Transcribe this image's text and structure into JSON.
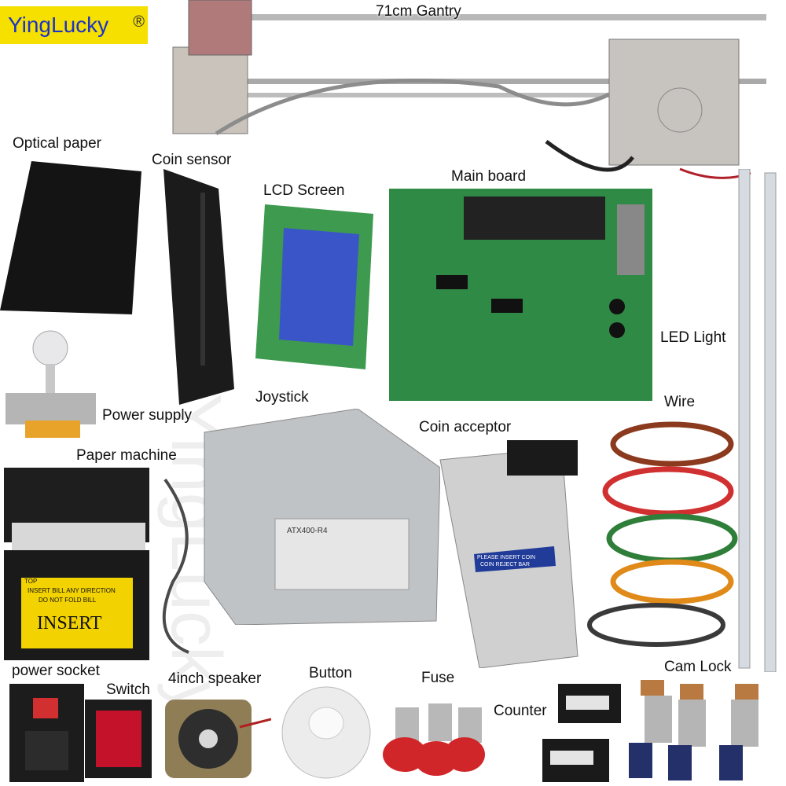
{
  "brand": {
    "name": "YingLucky",
    "mark": "®"
  },
  "watermark": "YingLucky",
  "labels": {
    "gantry": "71cm Gantry",
    "optical_paper": "Optical paper",
    "coin_sensor": "Coin sensor",
    "lcd_screen": "LCD Screen",
    "main_board": "Main board",
    "led_light": "LED Light",
    "joystick": "Joystick",
    "power_supply": "Power supply",
    "paper_machine": "Paper machine",
    "coin_acceptor": "Coin acceptor",
    "wire": "Wire",
    "power_socket": "power socket",
    "switch": "Switch",
    "speaker": "4inch speaker",
    "button": "Button",
    "fuse": "Fuse",
    "counter": "Counter",
    "cam_lock": "Cam Lock"
  },
  "printed_text": {
    "bill_brand": "TOP",
    "bill_line1": "INSERT BILL ANY DIRECTION",
    "bill_line2": "DO NOT FOLD BILL",
    "bill_insert": "INSERT",
    "coin_text1": "PLEASE INSERT COIN",
    "coin_text2": "COIN REJECT BAR",
    "psu_model": "ATX400-R4"
  },
  "colors": {
    "logo_bg": "#f6e000",
    "logo_text": "#1a33c8",
    "pcb": "#2f8a45",
    "lcd": "#3a55c8",
    "button_red": "#d0262a",
    "switch_red": "#c3122a"
  }
}
